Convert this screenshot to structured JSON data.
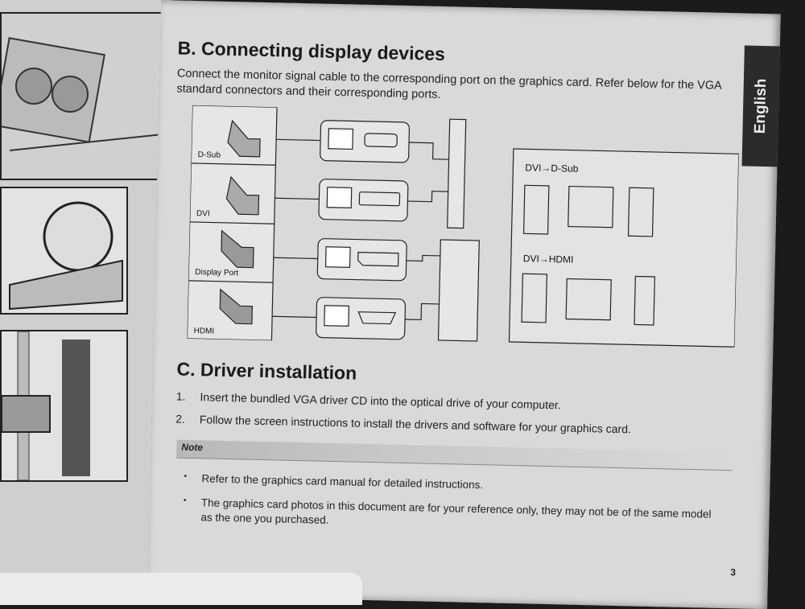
{
  "tab": {
    "label": "English"
  },
  "section_b": {
    "title": "B. Connecting display devices",
    "intro": "Connect the monitor signal cable to the corresponding port on the graphics card. Refer below for the VGA standard connectors and their corresponding ports."
  },
  "diagram": {
    "connectors": [
      "D-Sub",
      "DVI",
      "Display Port",
      "HDMI"
    ],
    "adapter_1": "DVI→D-Sub",
    "adapter_2": "DVI→HDMI"
  },
  "section_c": {
    "title": "C. Driver installation",
    "steps": [
      {
        "num": "1.",
        "text": "Insert the bundled VGA driver CD into the optical drive of your computer."
      },
      {
        "num": "2.",
        "text": "Follow the screen instructions to install the drivers and software for your graphics card."
      }
    ]
  },
  "note": {
    "label": "Note",
    "items": [
      "Refer to the graphics card manual for detailed instructions.",
      "The graphics card photos in this document are for your reference only, they may not be of the same model as the one you purchased."
    ]
  },
  "page_number": "3"
}
